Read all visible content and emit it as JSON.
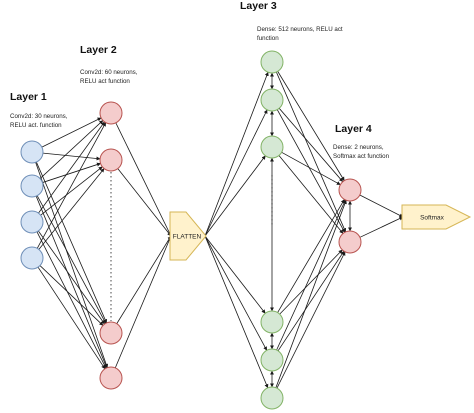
{
  "layers": [
    {
      "id": "layer1",
      "title": "Layer 1",
      "description": "Conv2d: 30 neurons,\nRELU act. function",
      "node_fill": "#d6e4f5",
      "node_stroke": "#6f8fb8"
    },
    {
      "id": "layer2",
      "title": "Layer 2",
      "description": "Conv2d: 60 neurons,\nRELU act function",
      "node_fill": "#f4cccc",
      "node_stroke": "#b85450"
    },
    {
      "id": "layer3",
      "title": "Layer 3",
      "description": "Dense: 512 neurons, RELU act\nfunction",
      "node_fill": "#d5e8d4",
      "node_stroke": "#82b366"
    },
    {
      "id": "layer4",
      "title": "Layer 4",
      "description": "Dense: 2 neurons,\nSoftmax act function",
      "node_fill": "#f4cccc",
      "node_stroke": "#b85450"
    }
  ],
  "flatten_label": "FLATTEN",
  "output_label": "Softmax",
  "shape_fill": "#fff2cc",
  "shape_stroke": "#d6b656",
  "edge_color": "#1a1a1a"
}
